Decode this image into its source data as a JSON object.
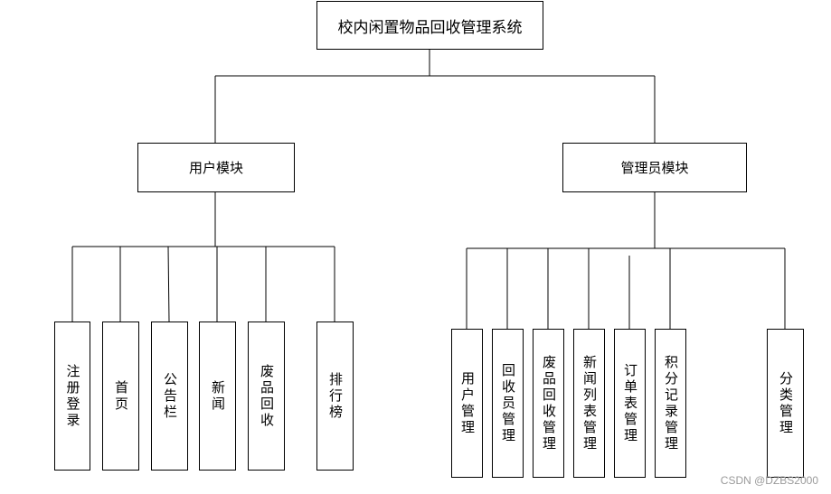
{
  "root": {
    "label": "校内闲置物品回收管理系统"
  },
  "modules": [
    {
      "label": "用户模块",
      "children": [
        "注册登录",
        "首页",
        "公告栏",
        "新闻",
        "废品回收",
        "排行榜"
      ]
    },
    {
      "label": "管理员模块",
      "children": [
        "用户管理",
        "回收员管理",
        "废品回收管理",
        "新闻列表管理",
        "订单表管理",
        "积分记录管理",
        "分类管理"
      ]
    }
  ],
  "watermark": "CSDN @DZBS2000"
}
